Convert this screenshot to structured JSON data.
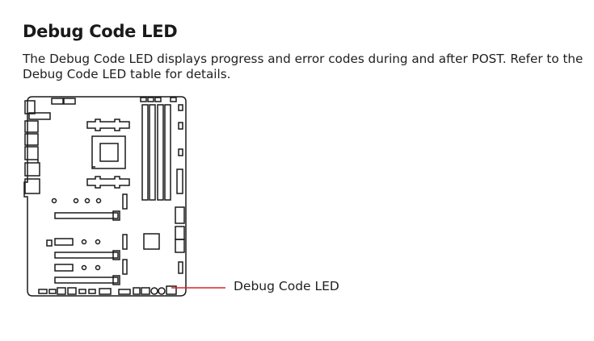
{
  "heading": "Debug Code LED",
  "description": "The Debug Code LED displays progress and error codes during and after POST. Refer to the Debug Code LED table for details.",
  "callout": {
    "label": "Debug Code LED",
    "line_color": "#d7262b"
  },
  "colors": {
    "outline": "#1a1a1a",
    "text": "#1f1f1f"
  }
}
